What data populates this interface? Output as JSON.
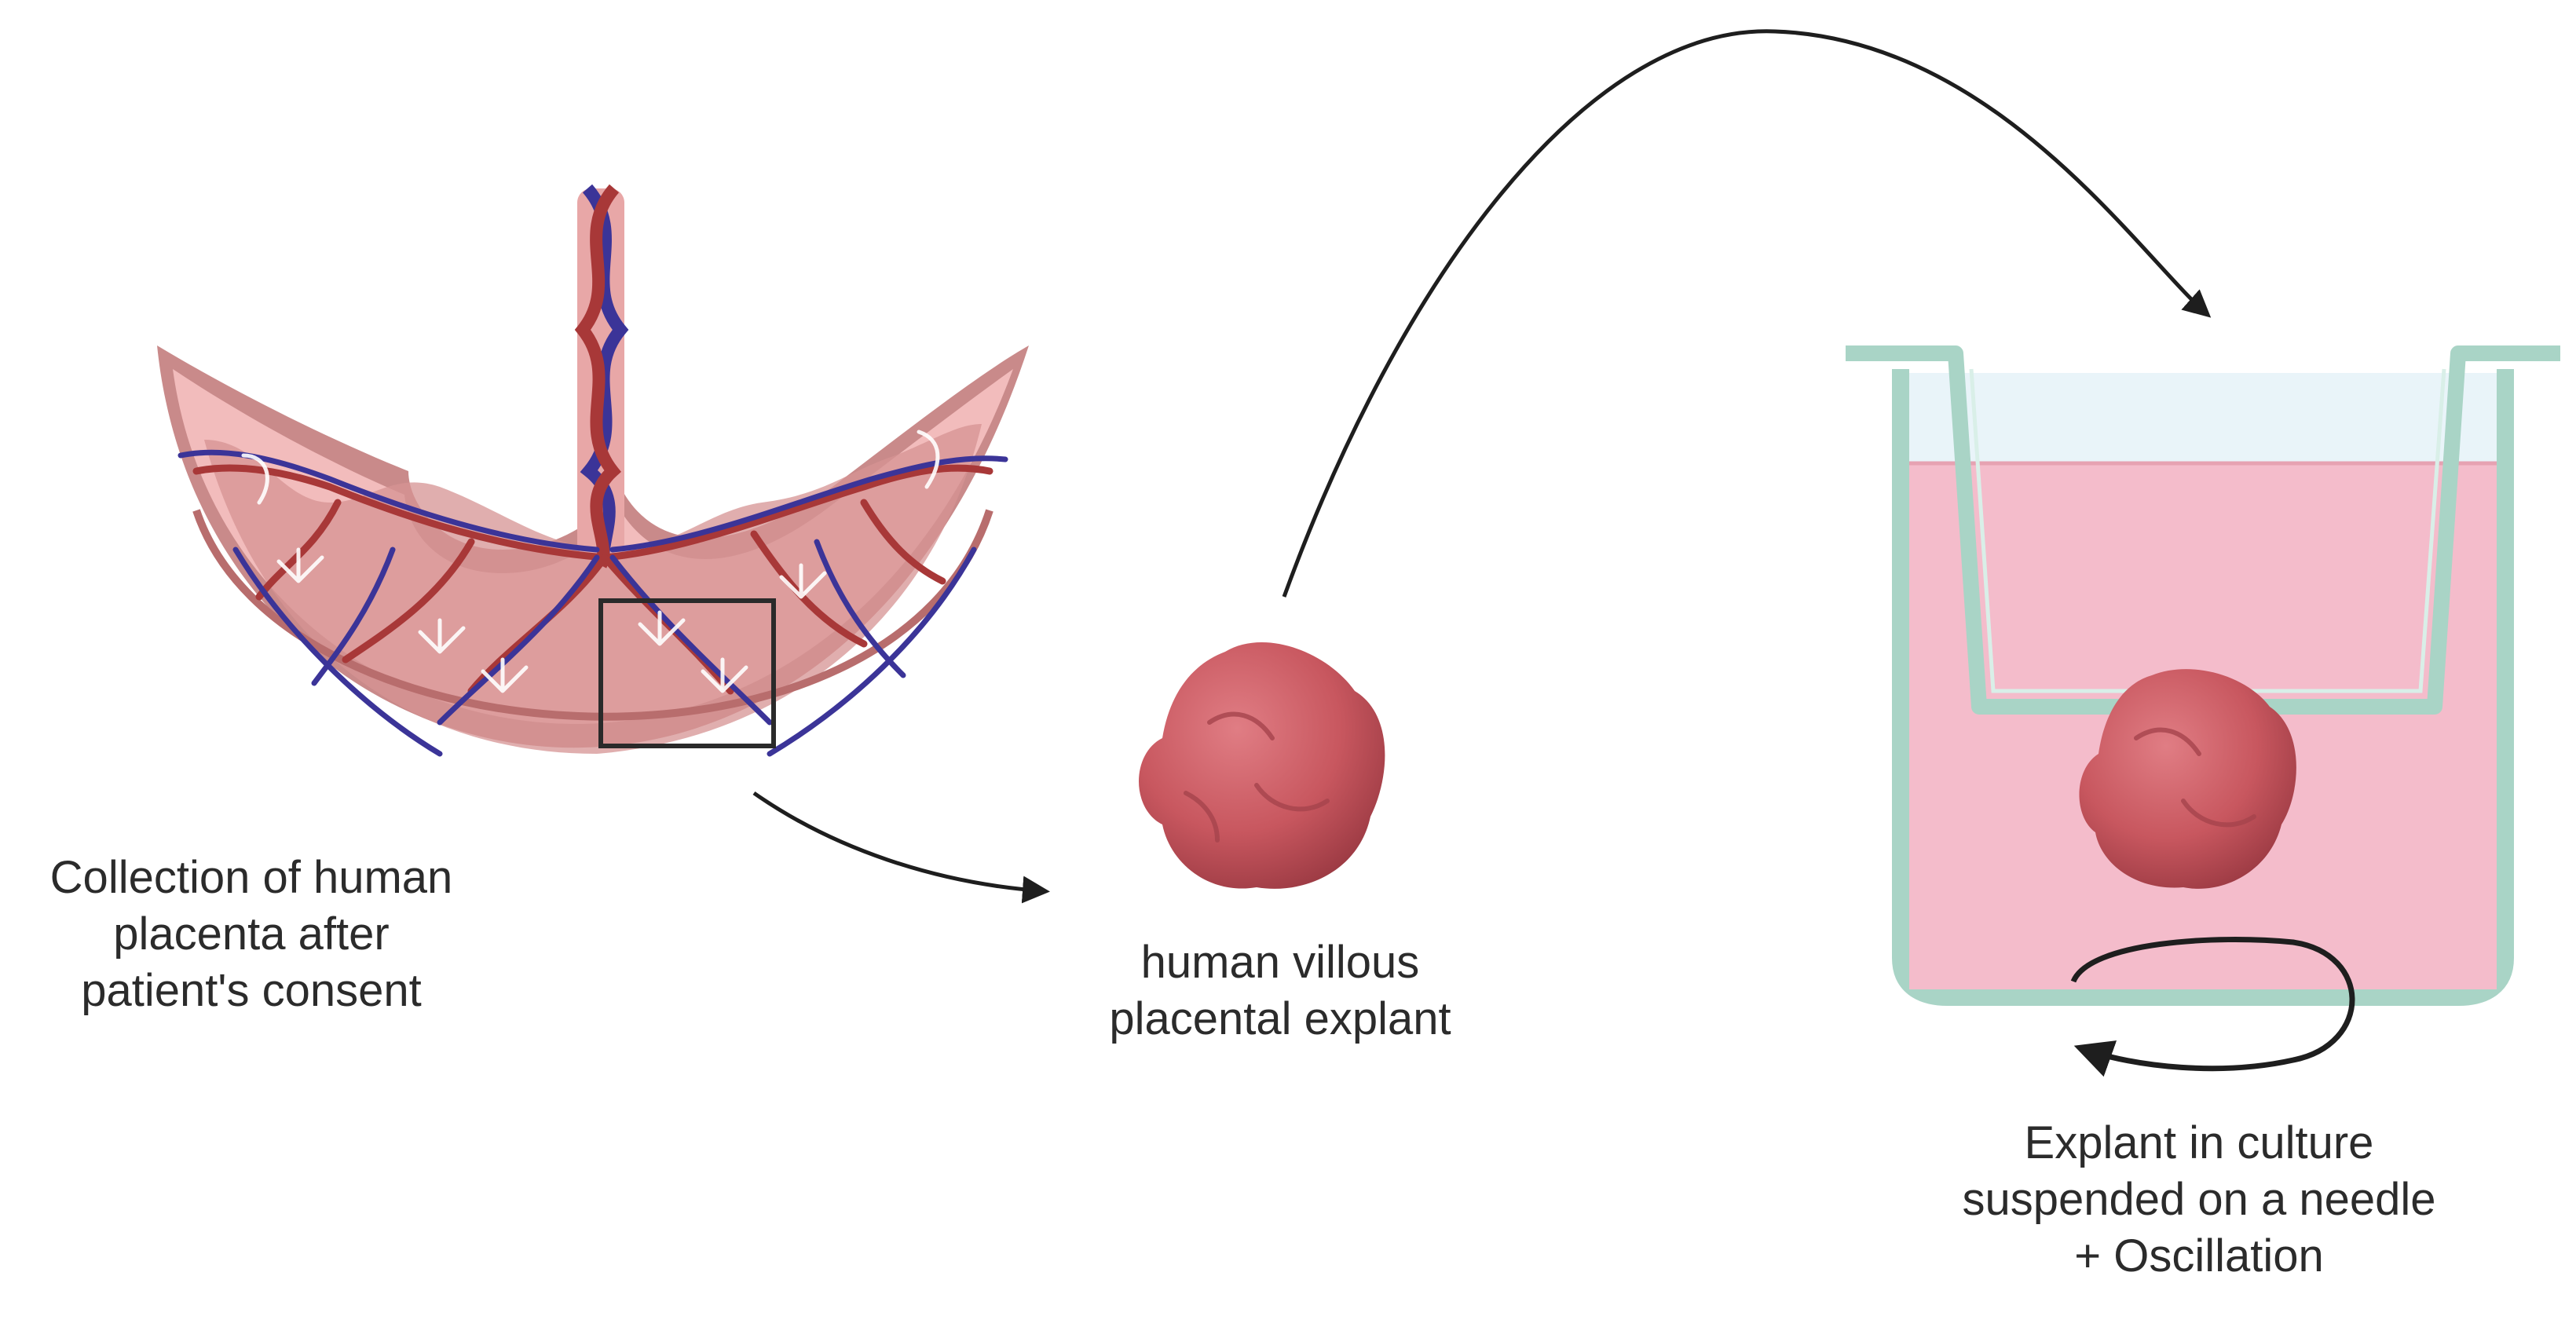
{
  "labels": {
    "collection": [
      "Collection of human",
      "placenta after",
      "patient's consent"
    ],
    "explant": [
      "human villous",
      "placental explant"
    ],
    "culture": [
      "Explant in culture",
      "suspended on a needle",
      "+ Oscillation"
    ]
  },
  "colors": {
    "placenta_outer": "#c98a8a",
    "placenta_fill": "#f2bcbc",
    "lobule": "#d59393",
    "artery": "#a83838",
    "vein": "#3b3498",
    "explant": "#c8575f",
    "medium": "#f4bccb",
    "vessel_wall": "#a9d4c6",
    "arrow": "#1e1e1e"
  }
}
